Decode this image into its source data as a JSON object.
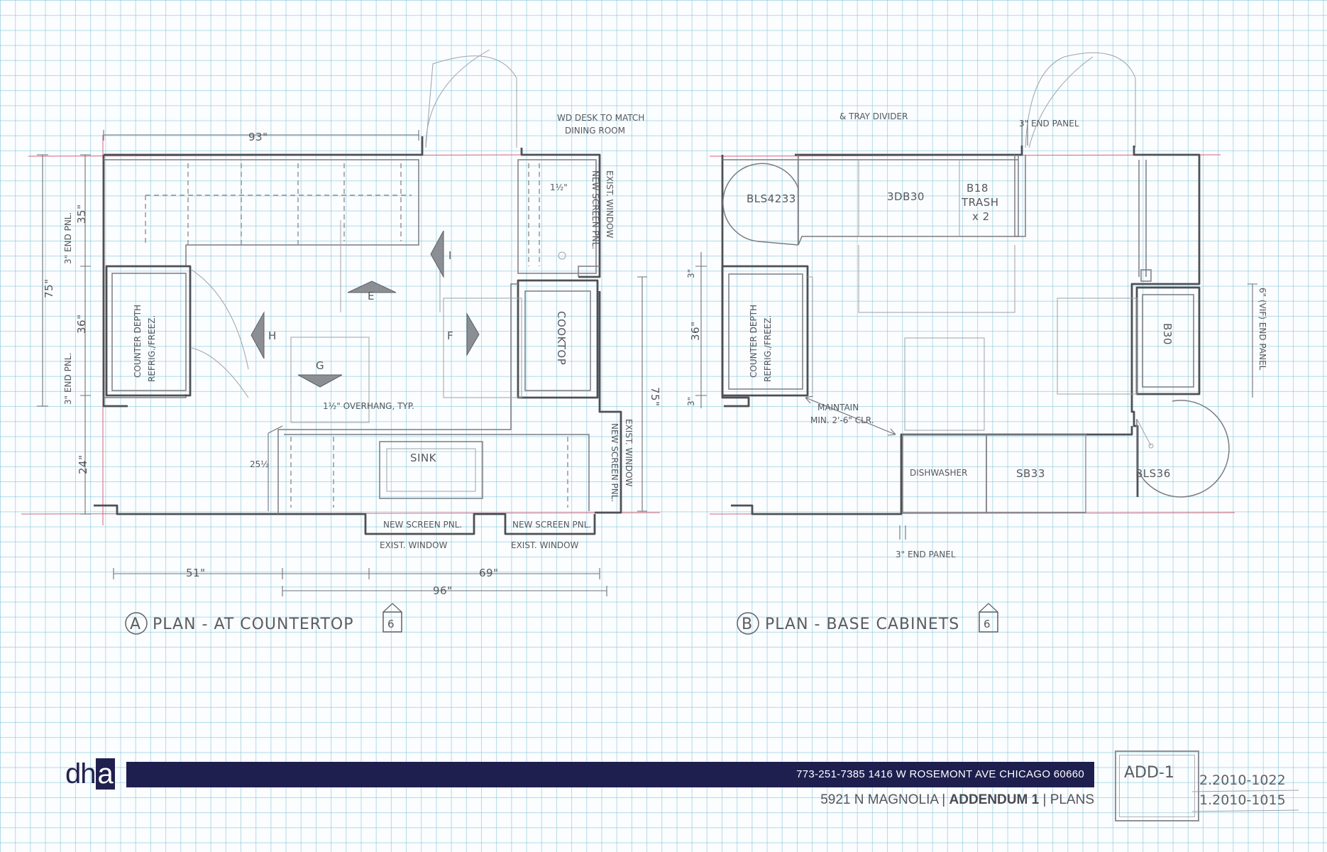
{
  "plan_a": {
    "title": "PLAN - AT COUNTERTOP",
    "marker": "A",
    "sheet_ref": "6",
    "labels": {
      "counter_depth": "COUNTER DEPTH",
      "refrig": "REFRIG./FREEZ.",
      "cooktop": "COOKTOP",
      "sink": "SINK",
      "wd_desk_1": "WD DESK TO MATCH",
      "wd_desk_2": "DINING ROOM",
      "exist_window_top": "EXIST. WINDOW",
      "new_screen_top": "NEW SCREEN PNL.",
      "exist_window_right": "EXIST. WINDOW",
      "new_screen_right": "NEW SCREEN PNL.",
      "new_screen_b1": "NEW SCREEN PNL.",
      "exist_window_b1": "EXIST. WINDOW",
      "new_screen_b2": "NEW SCREEN PNL.",
      "exist_window_b2": "EXIST. WINDOW",
      "overhang": "1½\" OVERHANG, TYP.",
      "end_pnl_top": "3\" END PNL.",
      "end_pnl_bottom": "3\" END PNL."
    },
    "dimensions": {
      "top": "93\"",
      "left_total": "75\"",
      "left_upper": "35\"",
      "left_mid": "36\"",
      "left_low": "24\"",
      "bottom_left": "51\"",
      "bottom_right": "69\"",
      "bottom_total": "96\"",
      "right": "75\"",
      "sink_side": "25½",
      "window_gap": "1½\""
    },
    "elevation_tags": [
      "E",
      "F",
      "G",
      "H",
      "I"
    ]
  },
  "plan_b": {
    "title": "PLAN - BASE CABINETS",
    "marker": "B",
    "sheet_ref": "6",
    "labels": {
      "tray": "& TRAY DIVIDER",
      "end_panel_top": "3\" END PANEL",
      "end_panel_bottom": "3\" END PANEL",
      "end_panel_right": "6\" (VIF) END PANEL",
      "bls4233": "BLS4233",
      "db330": "3DB30",
      "b18": "B18",
      "trash": "TRASH",
      "trash_qty": "x 2",
      "counter_depth": "COUNTER DEPTH",
      "refrig": "REFRIG./FREEZ.",
      "b30": "B30",
      "maintain_1": "MAINTAIN",
      "maintain_2": "MIN. 2'-6\" CLR.",
      "dishwasher": "DISHWASHER",
      "sb33": "SB33",
      "bls36": "BLS36"
    },
    "dimensions": {
      "left_upper": "3\"",
      "left_mid": "36\"",
      "left_low": "3\""
    }
  },
  "title_block": {
    "logo_dh": "dh",
    "logo_a": "a",
    "contact": "773-251-7385  1416 W ROSEMONT AVE  CHICAGO 60660",
    "project": "5921 N MAGNOLIA",
    "sep1": " | ",
    "addendum": "ADDENDUM 1",
    "sep2": " | ",
    "sheet_type": "PLANS",
    "sheet_no": "ADD-1",
    "rev2": "2.2010-1022",
    "rev1": "1.2010-1015"
  },
  "colors": {
    "bar": "#1e1e4f",
    "grid": "#78bed7",
    "pencil": "#5e6166",
    "red_pencil": "#d9637a"
  }
}
